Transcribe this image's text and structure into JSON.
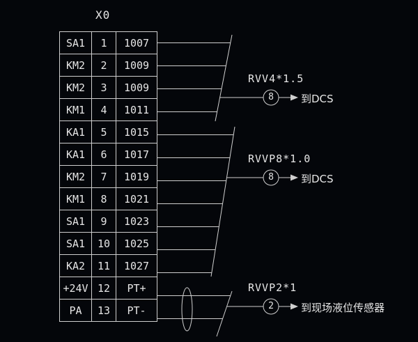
{
  "title": "X0",
  "terminal_table": {
    "rows": [
      {
        "label": "SA1",
        "num": "1",
        "wire": "1007"
      },
      {
        "label": "KM2",
        "num": "2",
        "wire": "1009"
      },
      {
        "label": "KM2",
        "num": "3",
        "wire": "1009"
      },
      {
        "label": "KM1",
        "num": "4",
        "wire": "1011"
      },
      {
        "label": "KA1",
        "num": "5",
        "wire": "1015"
      },
      {
        "label": "KA1",
        "num": "6",
        "wire": "1017"
      },
      {
        "label": "KM2",
        "num": "7",
        "wire": "1019"
      },
      {
        "label": "KM1",
        "num": "8",
        "wire": "1021"
      },
      {
        "label": "SA1",
        "num": "9",
        "wire": "1023"
      },
      {
        "label": "SA1",
        "num": "10",
        "wire": "1025"
      },
      {
        "label": "KA2",
        "num": "11",
        "wire": "1027"
      },
      {
        "label": "+24V",
        "num": "12",
        "wire": "PT+"
      },
      {
        "label": "PA",
        "num": "13",
        "wire": "PT-"
      }
    ]
  },
  "cables": [
    {
      "spec": "RVV4*1.5",
      "cores": "8",
      "dest": "到DCS"
    },
    {
      "spec": "RVVP8*1.0",
      "cores": "8",
      "dest": "到DCS"
    },
    {
      "spec": "RVVP2*1",
      "cores": "2",
      "dest": "到现场液位传感器"
    }
  ],
  "colors": {
    "background": "#04060a",
    "line": "#cfcfcf",
    "text": "#e6e6e6"
  }
}
